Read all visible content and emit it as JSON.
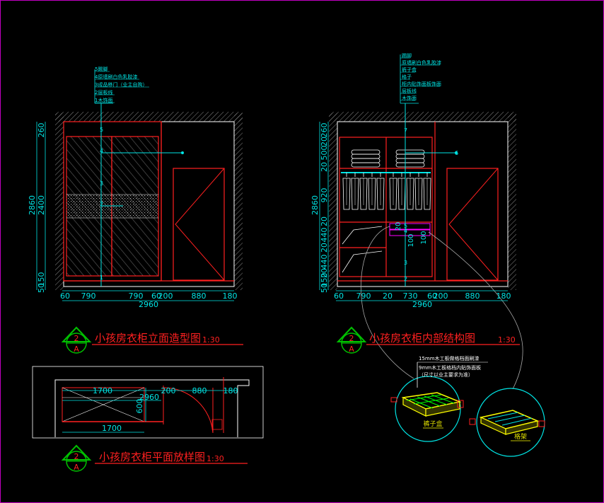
{
  "colors": {
    "background": "#000000",
    "dim": "#00e5e5",
    "outline": "#ff2020",
    "title": "#ff2020",
    "frame": "#c000c0",
    "symbol": "#00c000"
  },
  "elevation": {
    "title": "小孩房衣柜立面造型图",
    "scale": "1:30",
    "symbol_top": "2",
    "symbol_bottom": "A",
    "leaders": [
      "5踢脚",
      "4原墙刷白色乳胶漆",
      "3成品移门（业主自购）",
      "2层板线",
      "1木饰面"
    ],
    "markers": [
      "5",
      "4",
      "3",
      "2",
      "1"
    ],
    "dims_bottom": [
      "60",
      "790",
      "790",
      "60",
      "200",
      "880",
      "180"
    ],
    "total_width": "2960",
    "dims_left": [
      "260",
      "2400",
      "150",
      "50"
    ],
    "total_height": "2860"
  },
  "interior": {
    "title": "小孩房衣柜内部结构图",
    "scale": "1:30",
    "symbol_top": "2",
    "symbol_bottom": "A",
    "leaders": [
      "踢脚",
      "原墙刷白色乳胶漆",
      "裤子盒",
      "格子",
      "柜内贴饰面板饰面",
      "层板线",
      "木饰面"
    ],
    "markers": [
      "7",
      "6",
      "5",
      "4",
      "3",
      "2"
    ],
    "dims_bottom": [
      "60",
      "790",
      "20",
      "730",
      "60",
      "200",
      "880",
      "180"
    ],
    "total_width": "2960",
    "dims_left": [
      "260",
      "20",
      "500",
      "20",
      "920",
      "20",
      "440",
      "20",
      "440",
      "20",
      "150",
      "50"
    ],
    "total_height": "2860",
    "inner_dims": [
      "20",
      "100",
      "100"
    ]
  },
  "plan": {
    "title": "小孩房衣柜平面放样图",
    "scale": "1:30",
    "symbol_top": "2",
    "symbol_bottom": "A",
    "dims_top": [
      "1700",
      "200",
      "880",
      "180"
    ],
    "total_width": "2960",
    "depth": "600",
    "dim_bottom": "1700"
  },
  "details": {
    "note1": "15mm木工板做格档面刷漆",
    "note2": "9mm木工板格档内贴饰面板",
    "note3": "（尺寸以业主要求为准）",
    "label_left": "裤子盒",
    "label_right": "格架"
  }
}
